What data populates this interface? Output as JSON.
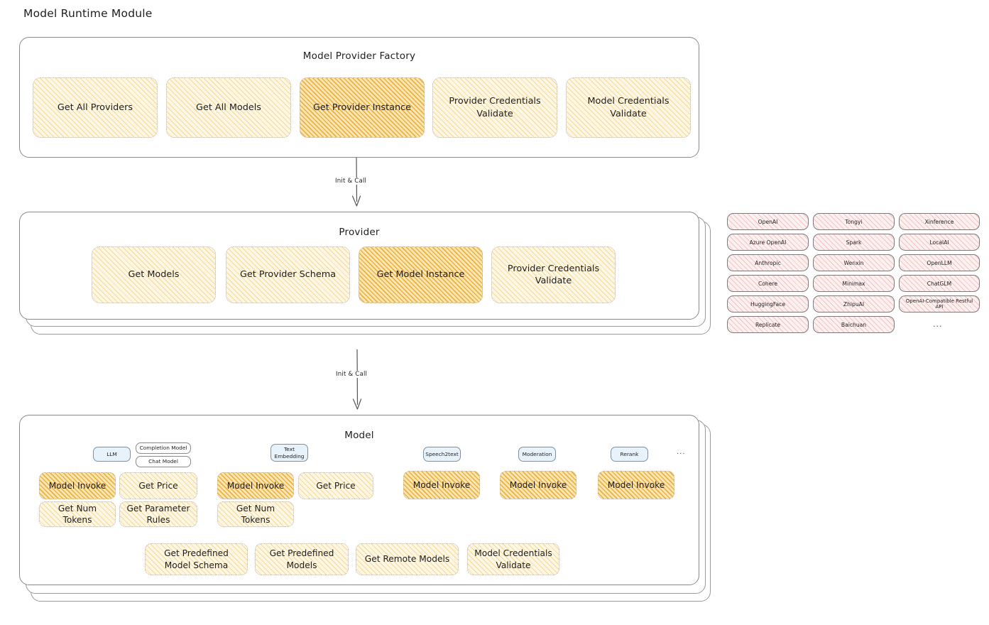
{
  "page": {
    "title": "Model Runtime Module"
  },
  "arrows": [
    {
      "label": "Init & Call"
    },
    {
      "label": "Init & Call"
    }
  ],
  "sections": {
    "factory": {
      "title": "Model Provider Factory",
      "boxes": [
        {
          "label": "Get All Providers",
          "highlighted": false
        },
        {
          "label": "Get All Models",
          "highlighted": false
        },
        {
          "label": "Get Provider Instance",
          "highlighted": true
        },
        {
          "label": "Provider Credentials Validate",
          "highlighted": false
        },
        {
          "label": "Model Credentials Validate",
          "highlighted": false
        }
      ]
    },
    "provider": {
      "title": "Provider",
      "boxes": [
        {
          "label": "Get Models",
          "highlighted": false
        },
        {
          "label": "Get Provider Schema",
          "highlighted": false
        },
        {
          "label": "Get Model Instance",
          "highlighted": true
        },
        {
          "label": "Provider Credentials Validate",
          "highlighted": false
        }
      ]
    },
    "model": {
      "title": "Model",
      "ellipsis": "...",
      "types": [
        {
          "badge": "LLM",
          "subbadges": [
            "Completion Model",
            "Chat Model"
          ],
          "boxes": [
            {
              "label": "Model Invoke",
              "highlighted": true
            },
            {
              "label": "Get Price",
              "highlighted": false
            },
            {
              "label": "Get Num Tokens",
              "highlighted": false
            },
            {
              "label": "Get Parameter Rules",
              "highlighted": false
            }
          ]
        },
        {
          "badge": "Text Embedding",
          "subbadges": [],
          "boxes": [
            {
              "label": "Model Invoke",
              "highlighted": true
            },
            {
              "label": "Get Price",
              "highlighted": false
            },
            {
              "label": "Get Num Tokens",
              "highlighted": false
            }
          ]
        },
        {
          "badge": "Speech2text",
          "subbadges": [],
          "boxes": [
            {
              "label": "Model Invoke",
              "highlighted": true
            }
          ]
        },
        {
          "badge": "Moderation",
          "subbadges": [],
          "boxes": [
            {
              "label": "Model Invoke",
              "highlighted": true
            }
          ]
        },
        {
          "badge": "Rerank",
          "subbadges": [],
          "boxes": [
            {
              "label": "Model Invoke",
              "highlighted": true
            }
          ]
        }
      ],
      "common_boxes": [
        {
          "label": "Get Predefined Model Schema"
        },
        {
          "label": "Get Predefined Models"
        },
        {
          "label": "Get Remote Models"
        },
        {
          "label": "Model Credentials Validate"
        }
      ]
    }
  },
  "provider_list": {
    "ellipsis": "...",
    "columns": [
      {
        "items": [
          "OpenAI",
          "Azure OpenAI",
          "Anthropic",
          "Cohere",
          "HuggingFace",
          "Replicate"
        ]
      },
      {
        "items": [
          "Tongyi",
          "Spark",
          "Wenxin",
          "Minimax",
          "ZhipuAI",
          "Baichuan"
        ]
      },
      {
        "items": [
          "Xinference",
          "LocalAI",
          "OpenLLM",
          "ChatGLM",
          "OpenAI-Compatible Restful API"
        ]
      }
    ]
  },
  "colors": {
    "amber_fill": "#fdf7e4",
    "amber_highlight": "#fbe6b4",
    "rose_fill": "#fdf0f0",
    "badge_blue": "#e8f2fb",
    "stroke": "#8a8a8a",
    "text": "#1e1e1e"
  }
}
